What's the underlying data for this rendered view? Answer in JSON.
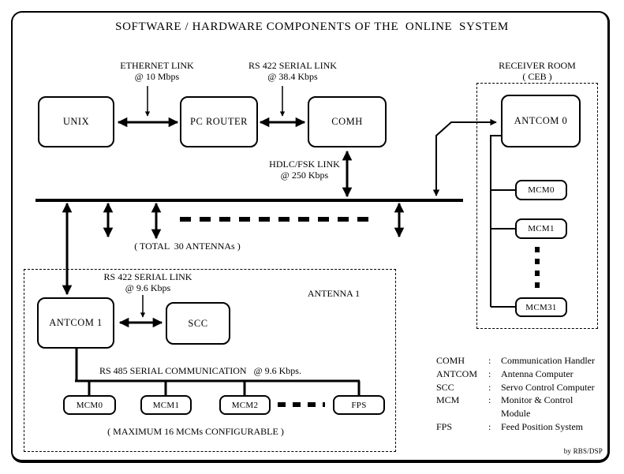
{
  "title": "SOFTWARE / HARDWARE COMPONENTS OF THE  ONLINE  SYSTEM",
  "nodes": {
    "unix": "UNIX",
    "pc_router": "PC ROUTER",
    "comh": "COMH",
    "antcom0": "ANTCOM 0",
    "mcm0_recv": "MCM0",
    "mcm1_recv": "MCM1",
    "mcm31_recv": "MCM31",
    "antcom1": "ANTCOM 1",
    "scc": "SCC",
    "mcm0_ant": "MCM0",
    "mcm1_ant": "MCM1",
    "mcm2_ant": "MCM2",
    "fps": "FPS"
  },
  "links": {
    "ethernet": {
      "name": "ETHERNET LINK",
      "rate": "@ 10 Mbps"
    },
    "rs422_top": {
      "name": "RS 422 SERIAL LINK",
      "rate": "@ 38.4 Kbps"
    },
    "hdlc": {
      "name": "HDLC/FSK LINK",
      "rate": "@ 250 Kbps"
    },
    "rs422_antenna": {
      "name": "RS 422 SERIAL LINK",
      "rate": "@ 9.6 Kbps"
    },
    "rs485": {
      "name": "RS 485 SERIAL COMMUNICATION   @ 9.6 Kbps."
    }
  },
  "groups": {
    "receiver_room": {
      "line1": "RECEIVER ROOM",
      "line2": "( CEB )"
    },
    "antenna1": {
      "label": "ANTENNA 1"
    }
  },
  "notes": {
    "total_antennas": "( TOTAL  30 ANTENNAs )",
    "max_mcms": "( MAXIMUM 16 MCMs CONFIGURABLE )"
  },
  "legend": [
    {
      "abbr": "COMH",
      "sep": ":",
      "full": "Communication Handler"
    },
    {
      "abbr": "ANTCOM",
      "sep": ":",
      "full": "Antenna Computer"
    },
    {
      "abbr": "SCC",
      "sep": ":",
      "full": "Servo Control Computer"
    },
    {
      "abbr": "MCM",
      "sep": ":",
      "full": "Monitor & Control Module"
    },
    {
      "abbr": "FPS",
      "sep": ":",
      "full": "Feed Position System"
    }
  ],
  "credit": "by RBS/DSP",
  "colors": {
    "ink": "#000000",
    "background": "#ffffff"
  }
}
